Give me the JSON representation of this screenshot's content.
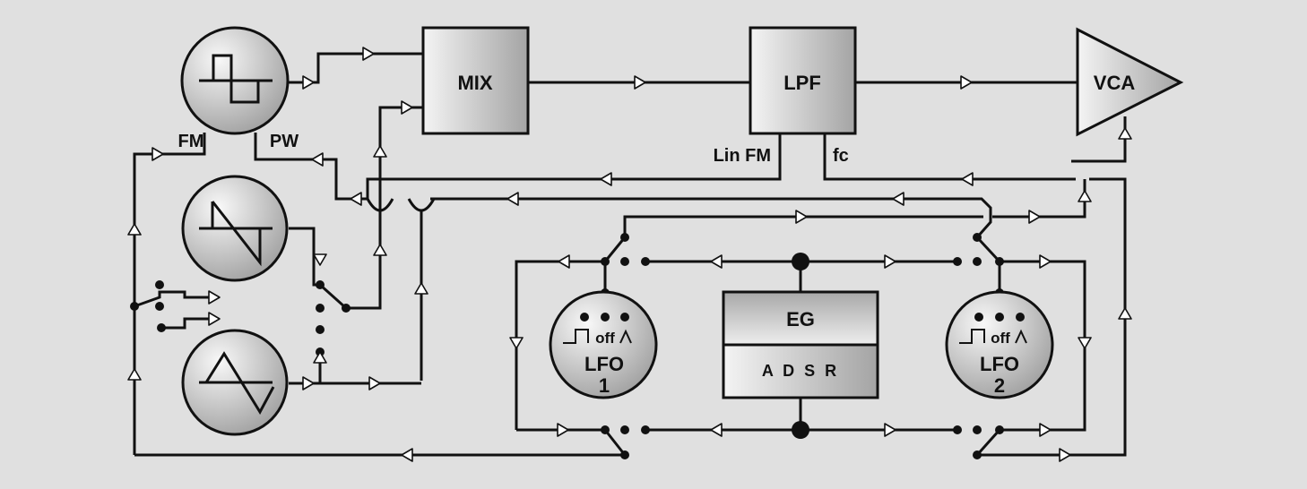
{
  "blocks": {
    "mix": "MIX",
    "lpf": "LPF",
    "vca": "VCA",
    "eg_title": "EG",
    "eg_params": "A D S R",
    "lfo1_label": "LFO",
    "lfo1_number": "1",
    "lfo2_label": "LFO",
    "lfo2_number": "2",
    "lfo_off": "off"
  },
  "inputs": {
    "fm": "FM",
    "pw": "PW",
    "lin_fm": "Lin FM",
    "fc": "fc"
  },
  "colors": {
    "background": "#e0e0e0",
    "gradient_light": "#f4f4f4",
    "gradient_dark": "#a4a4a4",
    "line": "#111111"
  }
}
